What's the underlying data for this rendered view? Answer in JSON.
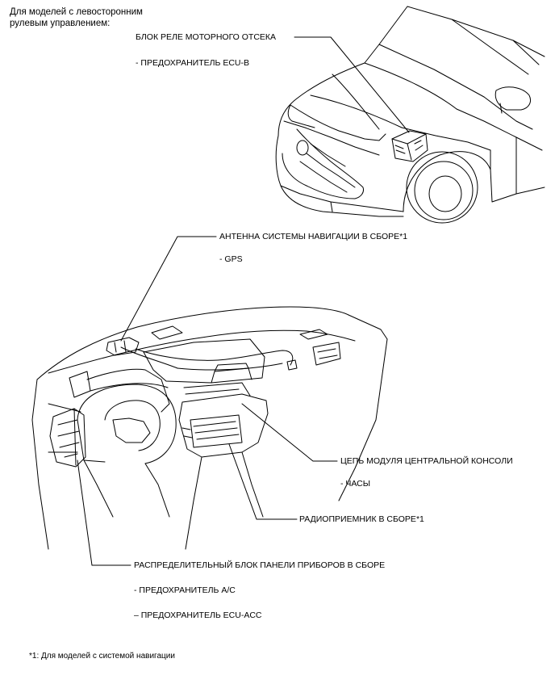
{
  "heading": {
    "line1": "Для моделей с левосторонним",
    "line2": "рулевым управлением:"
  },
  "labels": {
    "engine_relay_block": "БЛОК РЕЛЕ МОТОРНОГО ОТСЕКА",
    "ecu_b_fuse": "- ПРЕДОХРАНИТЕЛЬ ECU-B",
    "nav_antenna": "АНТЕННА СИСТЕМЫ НАВИГАЦИИ В СБОРЕ*1",
    "gps": "- GPS",
    "center_console_circuit": "ЦЕПЬ МОДУЛЯ ЦЕНТРАЛЬНОЙ КОНСОЛИ",
    "clock": "- ЧАСЫ",
    "radio_receiver": "РАДИОПРИЕМНИК В СБОРЕ*1",
    "instrument_panel_junction_block": "РАСПРЕДЕЛИТЕЛЬНЫЙ БЛОК ПАНЕЛИ ПРИБОРОВ В СБОРЕ",
    "ac_fuse": "- ПРЕДОХРАНИТЕЛЬ A/C",
    "ecu_acc_fuse": "– ПРЕДОХРАНИТЕЛЬ ECU-ACC"
  },
  "footnote": "*1: Для моделей с системой навигации"
}
